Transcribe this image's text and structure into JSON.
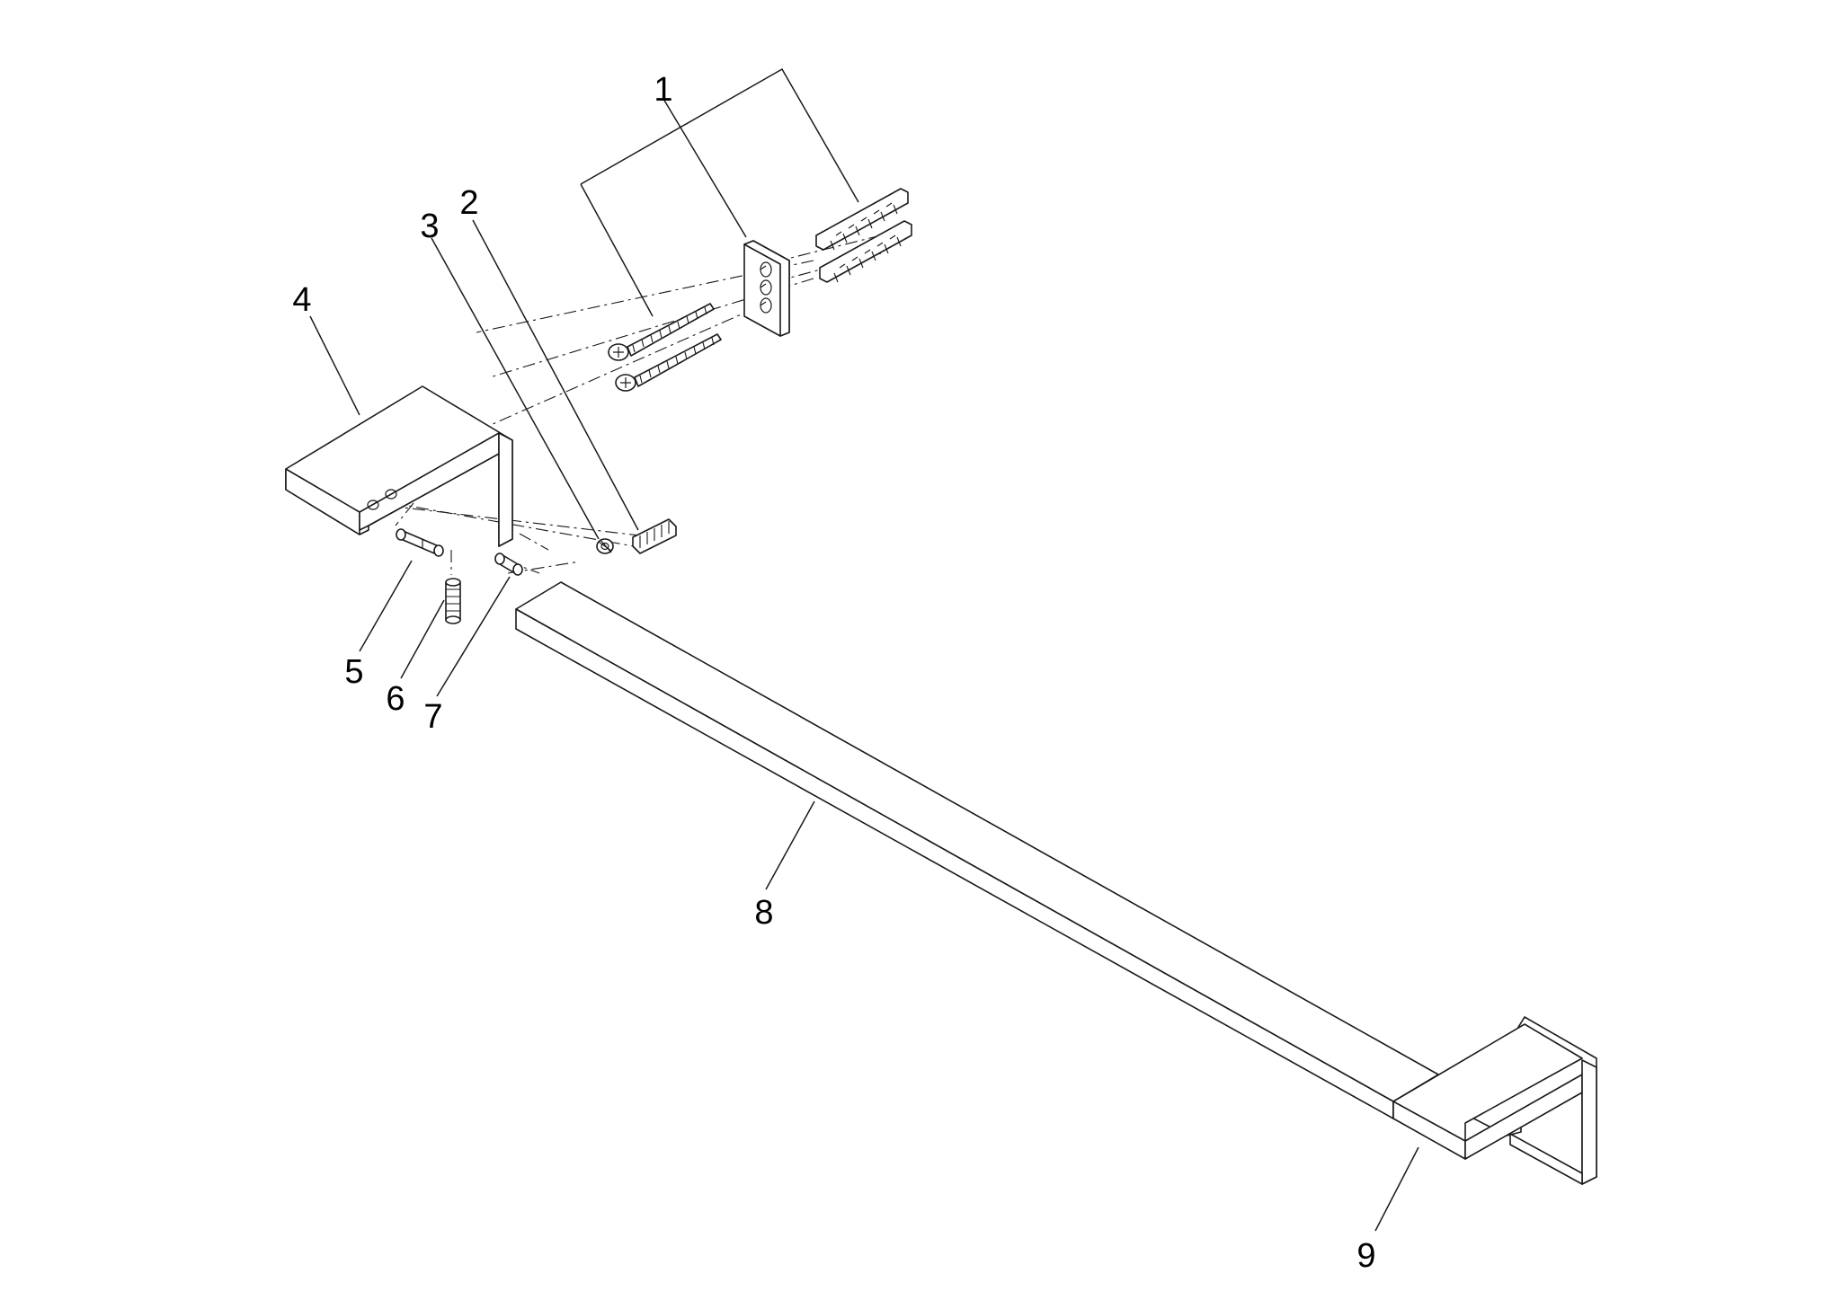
{
  "diagram": {
    "callouts": [
      {
        "id": "1",
        "label": "1"
      },
      {
        "id": "2",
        "label": "2"
      },
      {
        "id": "3",
        "label": "3"
      },
      {
        "id": "4",
        "label": "4"
      },
      {
        "id": "5",
        "label": "5"
      },
      {
        "id": "6",
        "label": "6"
      },
      {
        "id": "7",
        "label": "7"
      },
      {
        "id": "8",
        "label": "8"
      },
      {
        "id": "9",
        "label": "9"
      }
    ],
    "colors": {
      "line": "#1a1a1a",
      "text": "#000000",
      "background": "#ffffff"
    }
  }
}
